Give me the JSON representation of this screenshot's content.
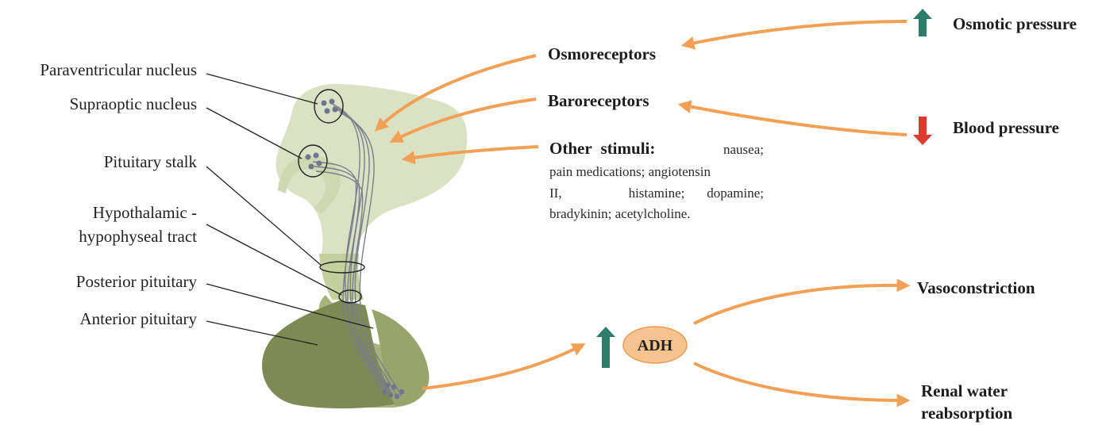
{
  "anatomy_labels": {
    "paraventricular": "Paraventricular nucleus",
    "supraoptic": "Supraoptic nucleus",
    "pituitary_stalk": "Pituitary stalk",
    "tract_line1": "Hypothalamic -",
    "tract_line2": "hypophyseal tract",
    "posterior": "Posterior pituitary",
    "anterior": "Anterior pituitary"
  },
  "receptors": {
    "osmoreceptors": "Osmoreceptors",
    "baroreceptors": "Baroreceptors"
  },
  "other_stimuli": {
    "heading": "Other stimuli:",
    "line1_rest": "nausea;",
    "line2": "pain medications; angiotensin",
    "line3a": "II,",
    "line3b": "histamine;",
    "line3c": "dopamine;",
    "line4": "bradykinin; acetylcholine."
  },
  "triggers": {
    "osmotic": "Osmotic pressure",
    "blood": "Blood pressure"
  },
  "hormone": {
    "label": "ADH"
  },
  "effects": {
    "vasoconstriction": "Vasoconstriction",
    "renal_line1": "Renal water",
    "renal_line2": "reabsorption"
  },
  "colors": {
    "arrow_orange": "#f2a055",
    "up_arrow_teal": "#2e7d6b",
    "down_arrow_red": "#e03a2f",
    "hypothalamus_light": "#dbe2c4",
    "stalk_mid": "#c5cf9e",
    "posterior_dark": "#8f9c64",
    "anterior_dark": "#7d8a54",
    "adh_fill": "#f7c48f"
  }
}
